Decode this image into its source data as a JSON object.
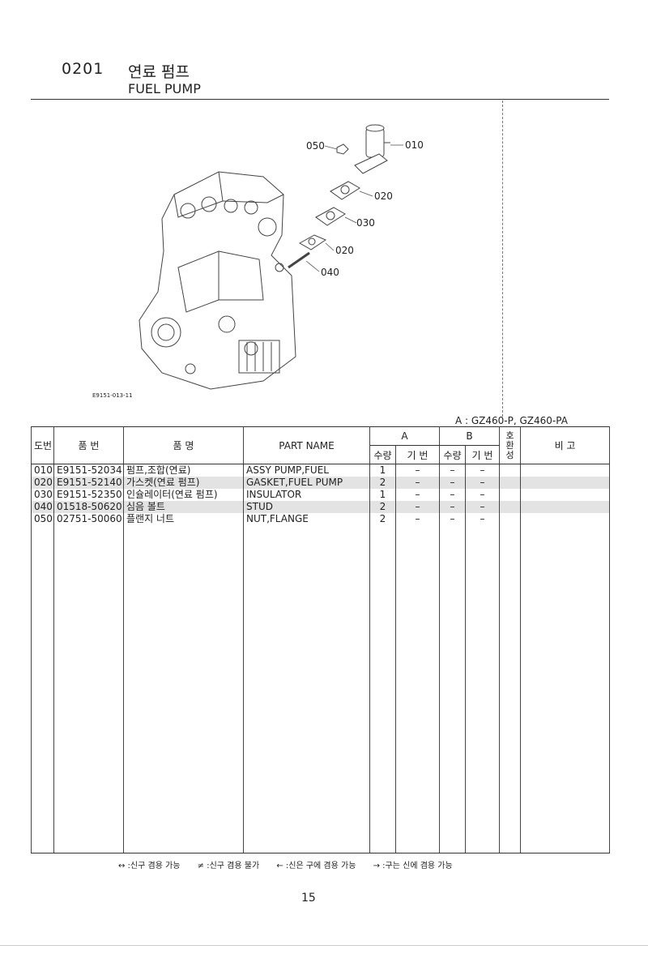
{
  "header": {
    "code": "0201",
    "title_kr": "연료 펌프",
    "title_en": "FUEL PUMP"
  },
  "diagram": {
    "figure_code": "E9151-013-11",
    "callouts": [
      "050",
      "010",
      "020",
      "030",
      "020",
      "040"
    ]
  },
  "models": {
    "line": "A : GZ460-P,  GZ460-PA"
  },
  "table": {
    "headers": {
      "ref": "도번",
      "part_no": "품  번",
      "name_kr": "품    명",
      "part_name": "PART NAME",
      "group_a": "A",
      "group_b": "B",
      "qty": "수량",
      "model": "기 번",
      "compat": "호환성",
      "remarks": "비  고"
    },
    "rows": [
      {
        "ref": "010",
        "part_no": "E9151-52034",
        "name_kr": "펌프,조합(연료)",
        "part_name": "ASSY PUMP,FUEL",
        "qty_a": "1",
        "model_a": "–",
        "qty_b": "–",
        "model_b": "–"
      },
      {
        "ref": "020",
        "part_no": "E9151-52140",
        "name_kr": "가스켓(연료 펌프)",
        "part_name": "GASKET,FUEL PUMP",
        "qty_a": "2",
        "model_a": "–",
        "qty_b": "–",
        "model_b": "–"
      },
      {
        "ref": "030",
        "part_no": "E9151-52350",
        "name_kr": "인슐레이터(연료 펌프)",
        "part_name": "INSULATOR",
        "qty_a": "1",
        "model_a": "–",
        "qty_b": "–",
        "model_b": "–"
      },
      {
        "ref": "040",
        "part_no": "01518-50620",
        "name_kr": "심음 볼트",
        "part_name": "STUD",
        "qty_a": "2",
        "model_a": "–",
        "qty_b": "–",
        "model_b": "–"
      },
      {
        "ref": "050",
        "part_no": "02751-50060",
        "name_kr": "플랜지 너트",
        "part_name": "NUT,FLANGE",
        "qty_a": "2",
        "model_a": "–",
        "qty_b": "–",
        "model_b": "–"
      }
    ]
  },
  "legend": [
    "↔ :신구 겸용 가능",
    "≠ :신구 겸용 불가",
    "← :신은 구에 겸용 가능",
    "→ :구는 신에 겸용 가능"
  ],
  "page_number": "15"
}
